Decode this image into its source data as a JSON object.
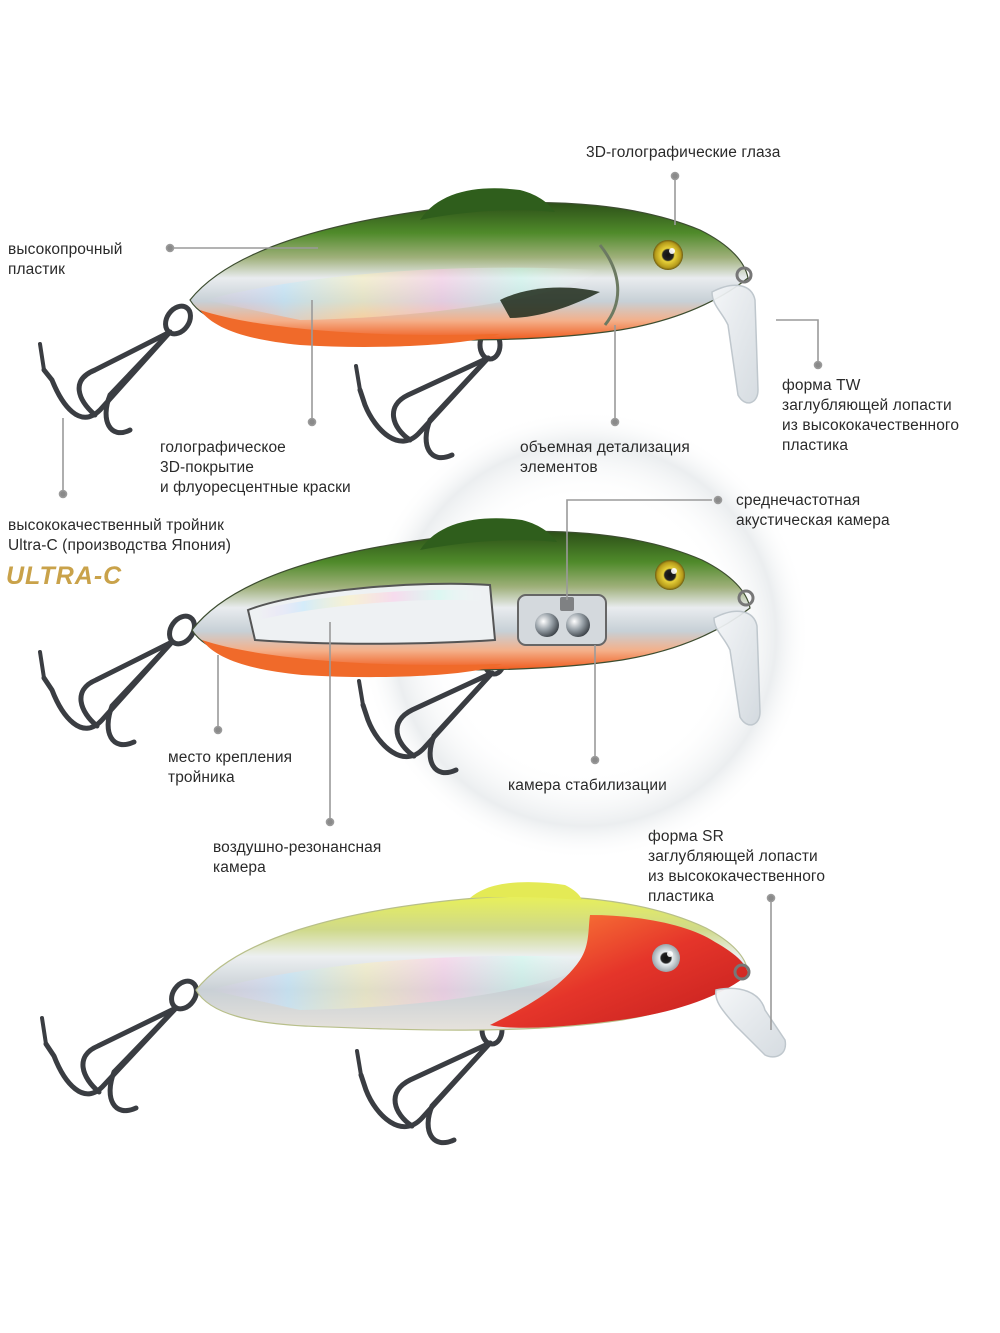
{
  "labels": {
    "eyes": "3D-голографические глаза",
    "plastic": "высокопрочный\nпластик",
    "tw_lip": "форма TW\nзаглубляющей лопасти\nиз высококачественного\nпластика",
    "holo_coat": "голографическое\n3D-покрытие\nи флуоресцентные краски",
    "detail": "объемная детализация\nэлементов",
    "treble": "высококачественный тройник\nUltra-C (производства Япония)",
    "acoustic": "среднечастотная\nакустическая камера",
    "mount": "место крепления\nтройника",
    "stab": "камера стабилизации",
    "air": "воздушно-резонансная\nкамера",
    "sr_lip": "форма SR\nзаглубляющей лопасти\nиз высококачественного\nпластика"
  },
  "logo": {
    "text": "ULTRA-C"
  },
  "colors": {
    "back_green": "#2f5e1c",
    "belly_orange": "#f06a2a",
    "holo_silver": "#d8dde0",
    "lime": "#d6e64a",
    "red_head": "#e0362a",
    "hook": "#3a3d42",
    "leader": "#9a9a9a",
    "logo_gold": "#c9a24a"
  }
}
